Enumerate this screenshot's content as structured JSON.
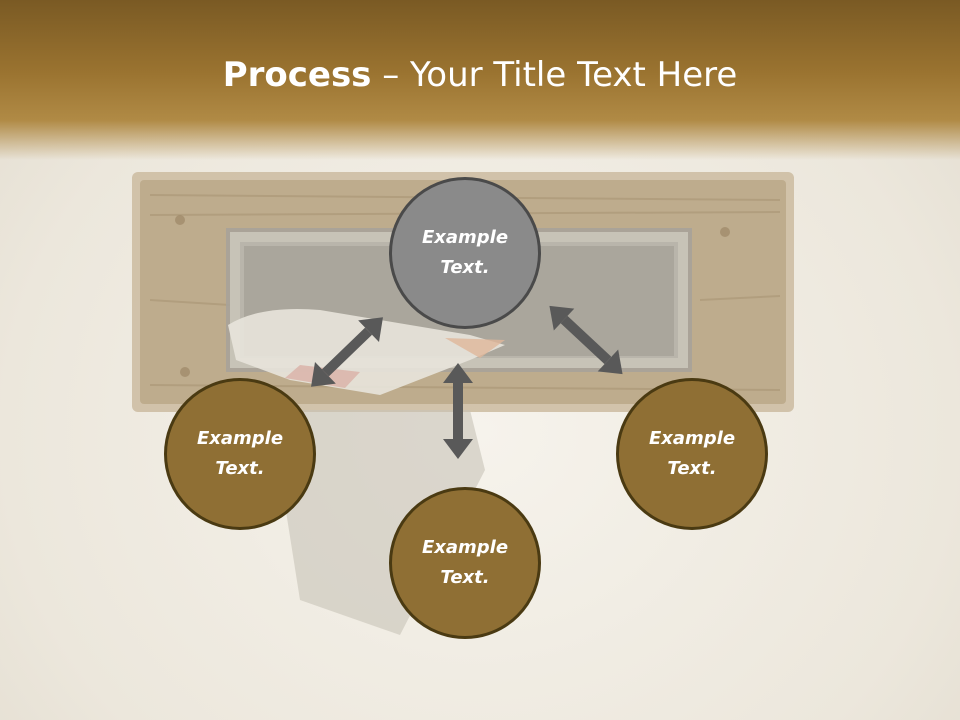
{
  "title": {
    "bold": "Process",
    "rest": " – Your Title Text Here"
  },
  "nodes": {
    "top": "Example Text.",
    "left": "Example Text.",
    "right": "Example Text.",
    "bottom": "Example Text."
  },
  "colors": {
    "header": "#9a7330",
    "node_fill": "#8f6f34",
    "node_top_fill": "#8a8a8a",
    "node_border": "#4a3a12",
    "arrow": "#595959"
  }
}
